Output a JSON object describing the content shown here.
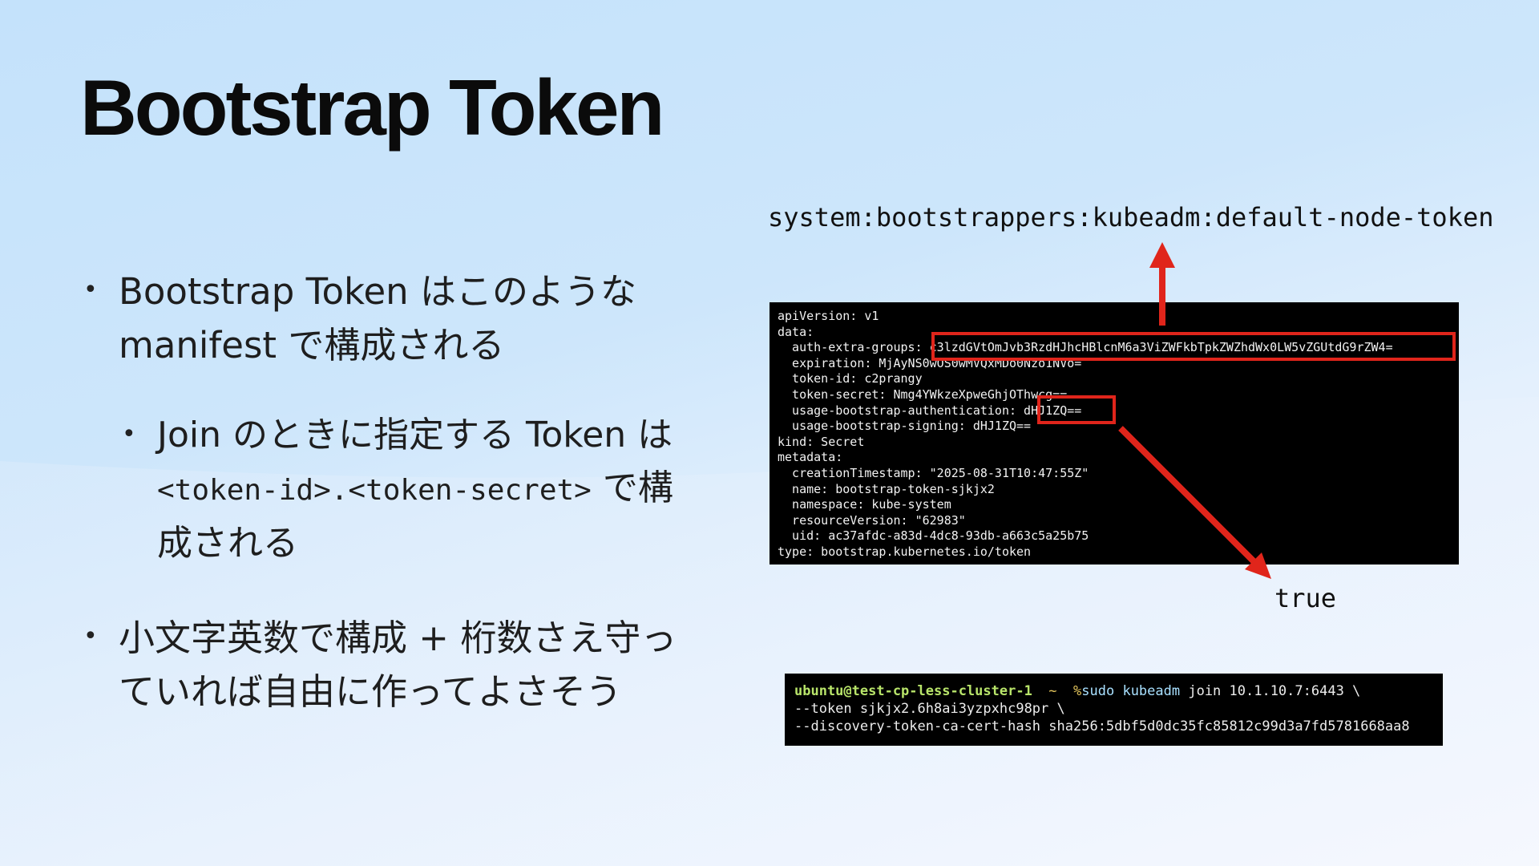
{
  "slide": {
    "title": "Bootstrap Token",
    "bullets": [
      {
        "level": 1,
        "text": "Bootstrap Token はこのような manifest で構成される"
      },
      {
        "level": 2,
        "text_prefix": "Join のときに指定する Token は ",
        "code": "<token-id>.<token-secret>",
        "text_suffix": " で構成される"
      },
      {
        "level": 1,
        "text": "小文字英数で構成 + 桁数さえ守っていれば自由に作ってよさそう"
      }
    ]
  },
  "figure": {
    "group_label": "system:bootstrappers:kubeadm:default-node-token",
    "true_label": "true",
    "highlight_color": "#e0251b",
    "manifest_lines": [
      "apiVersion: v1",
      "data:",
      "  auth-extra-groups: c3lzdGVtOmJvb3RzdHJhcHBlcnM6a3ViZWFkbTpkZWZhdWx0LW5vZGUtdG9rZW4=",
      "  expiration: MjAyNS0wOS0wMVQxMDo0Nzo1NVo=",
      "  token-id: c2prangy",
      "  token-secret: Nmg4YWkzeXpweGhjOThwcg==",
      "  usage-bootstrap-authentication: dHJ1ZQ==",
      "  usage-bootstrap-signing: dHJ1ZQ==",
      "kind: Secret",
      "metadata:",
      "  creationTimestamp: \"2025-08-31T10:47:55Z\"",
      "  name: bootstrap-token-sjkjx2",
      "  namespace: kube-system",
      "  resourceVersion: \"62983\"",
      "  uid: ac37afdc-a83d-4dc8-93db-a663c5a25b75",
      "type: bootstrap.kubernetes.io/token"
    ],
    "command": {
      "prompt_user": "ubuntu@test-cp-less-cluster-1",
      "prompt_dir": "~",
      "prompt_symbol": "%",
      "command": "sudo kubeadm",
      "line1_rest": " join 10.1.10.7:6443 \\",
      "line2": "--token sjkjx2.6h8ai3yzpxhc98pr \\",
      "line3": "--discovery-token-ca-cert-hash sha256:5dbf5d0dc35fc85812c99d3a7fd5781668aa8"
    }
  }
}
